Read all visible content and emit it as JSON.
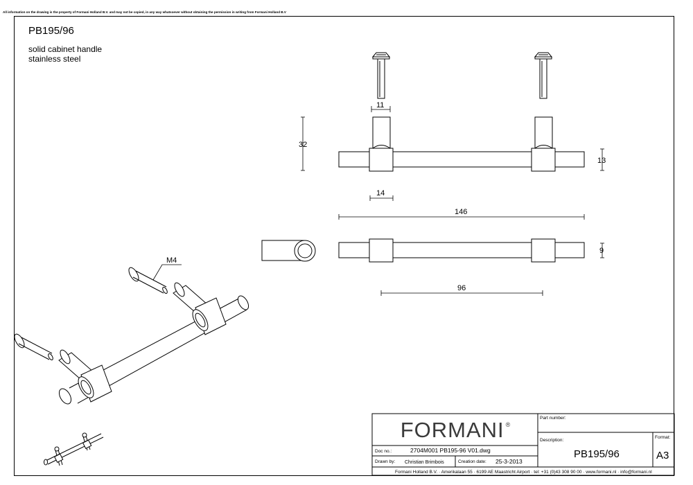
{
  "header": {
    "disclaimer": "All information on the drawing is the property of Formani Holland B.V. and may not be copied, in any way whatsoever without obtaining the permission in writing from Formani Holland B.V"
  },
  "product": {
    "code": "PB195/96",
    "description_line1": "solid cabinet handle",
    "description_line2": "stainless steel"
  },
  "dimensions": {
    "screw_head": "11",
    "height": "32",
    "bar_thickness": "13",
    "collar_width": "14",
    "overall_length": "146",
    "bar_depth": "9",
    "center_distance": "96",
    "thread": "M4"
  },
  "title_block": {
    "logo_text": "FORMANI",
    "logo_mark": "®",
    "part_number_label": "Part number:",
    "description_label": "Description:",
    "description_value": "PB195/96",
    "format_label": "Format:",
    "format_value": "A3",
    "doc_no_label": "Doc no.:",
    "doc_no_value": "2704M001 PB195-96 V01.dwg",
    "drawn_by_label": "Drawn by:",
    "drawn_by_value": "Christian Brimbois",
    "creation_date_label": "Creation date:",
    "creation_date_value": "25-3-2013",
    "footer": "Formani Holland B.V. · Amerikalaan 55 · 6199 AE Maastricht Airport · tel: +31 (0)43 308 90 00 · www.formani.nl · info@formani.nl"
  },
  "colors": {
    "line": "#000000",
    "logo": "#3a3a3a",
    "paper": "#ffffff"
  }
}
